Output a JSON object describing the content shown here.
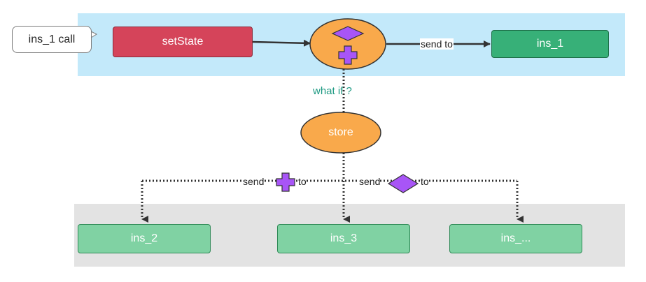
{
  "callout": {
    "text": "ins_1 call"
  },
  "nodes": {
    "setstate": "setState",
    "ins_1": "ins_1",
    "store": "store",
    "ins_2": "ins_2",
    "ins_3": "ins_3",
    "ins_n": "ins_..."
  },
  "edge_labels": {
    "send_to": "send to",
    "what_if": "what if ?",
    "send_a": "send",
    "to_a": "to",
    "send_b": "send",
    "to_b": "to"
  },
  "colors": {
    "top_band": "#c3e9fa",
    "bottom_band": "#e3e3e3",
    "setstate": "#d5445a",
    "ins_1": "#37b078",
    "ins_others": "#80d2a3",
    "dispatcher": "#f9a94b",
    "marker": "#a855f7"
  },
  "icons": {
    "diamond": "diamond-icon",
    "plus": "plus-icon"
  }
}
